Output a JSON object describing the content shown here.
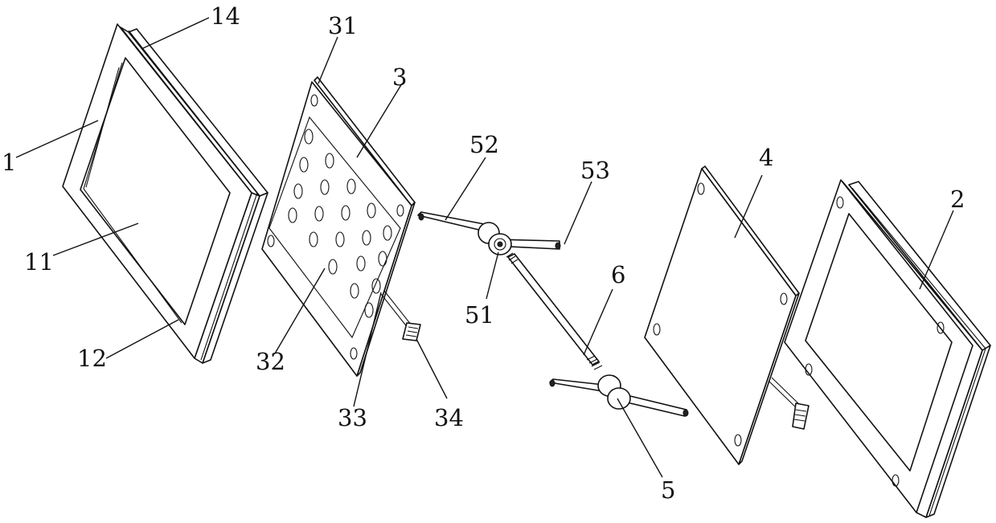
{
  "labels": {
    "l1": "1",
    "l2": "2",
    "l3": "3",
    "l4": "4",
    "l5": "5",
    "l6": "6",
    "l11": "11",
    "l12": "12",
    "l14": "14",
    "l31": "31",
    "l32": "32",
    "l33": "33",
    "l34": "34",
    "l51": "51",
    "l52": "52",
    "l53": "53"
  },
  "colors": {
    "line": "#111111",
    "background": "#ffffff"
  }
}
